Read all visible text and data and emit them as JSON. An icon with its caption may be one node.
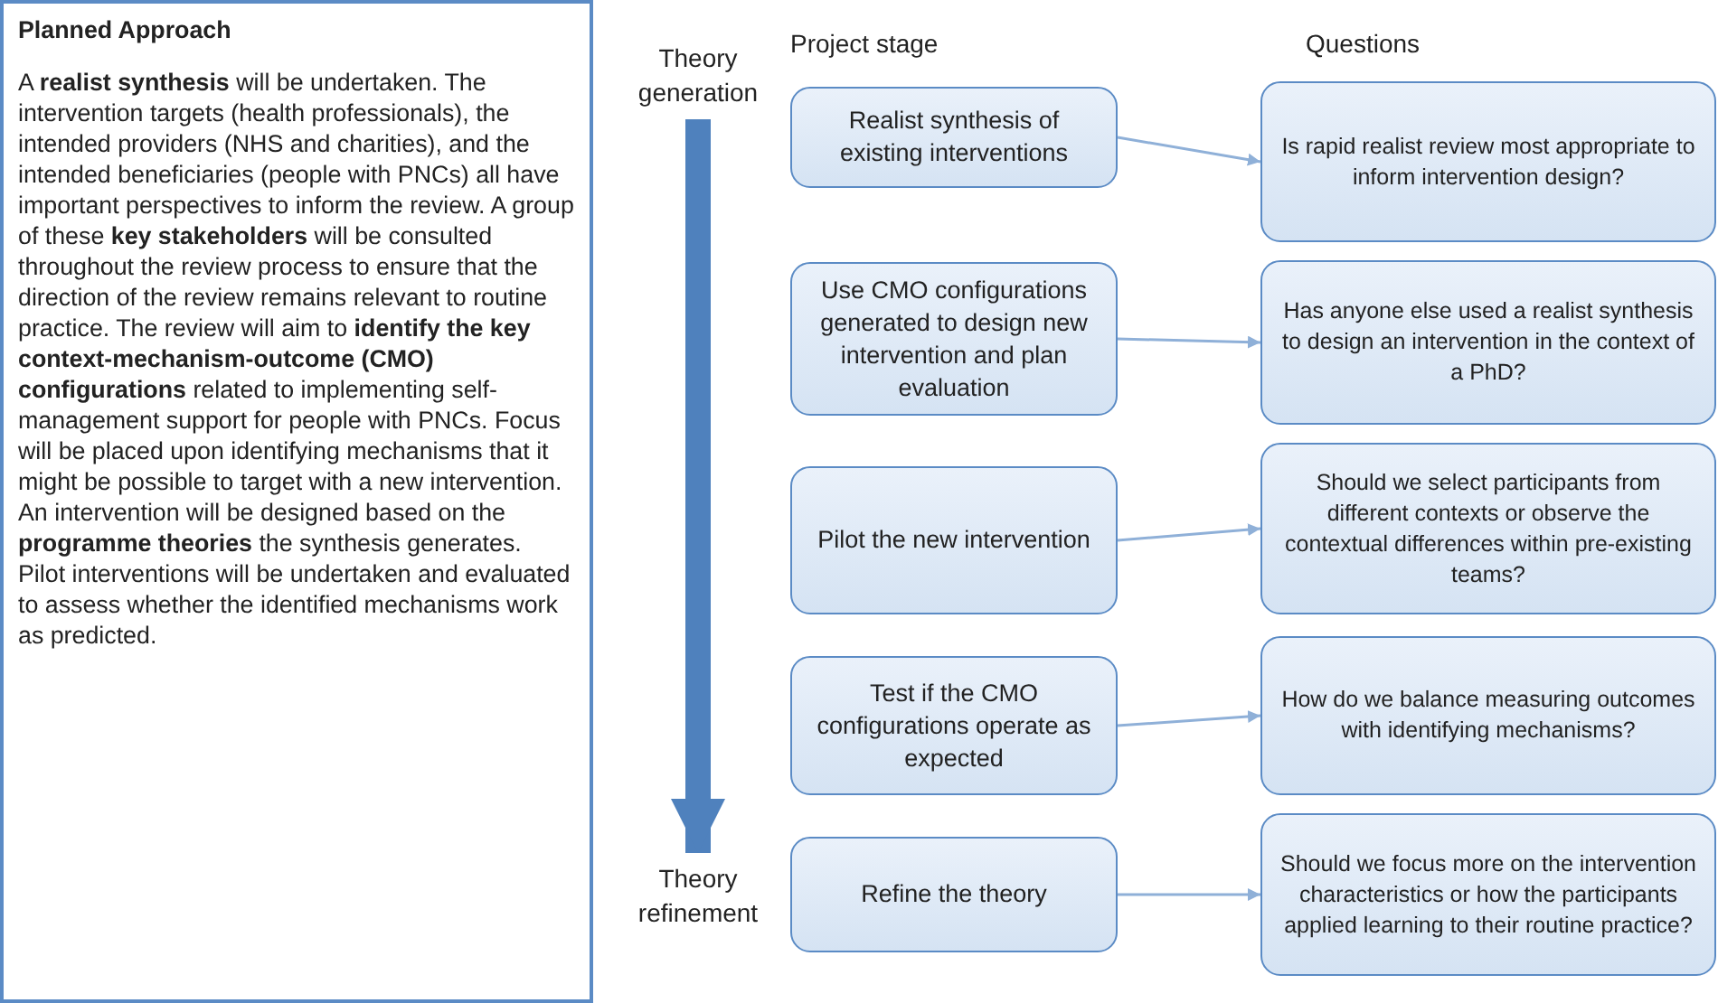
{
  "diagram": {
    "nodes": [
      {
        "text": [
          "Planned Approach",
          "A **realist synthesis** will be undertaken. The intervention targets (health professionals), the intended providers (NHS and charities), and the intended beneficiaries (people with PNCs) all have important perspectives to inform the review. A group of these **key stakeholders** will be consulted throughout the review process to ensure that the direction of the review remains relevant to routine practice. The review will aim to **identify the key context-mechanism-outcome (CMO) configurations** related to implementing self-management support for people with PNCs. Focus will be placed upon identifying mechanisms that it might be possible to target with a new intervention. An intervention will be designed based on the **programme theories** the synthesis generates. Pilot interventions will be undertaken and evaluated to assess whether the identified mechanisms work as predicted."
        ]
      },
      {
        "text": [
          "Theory generation"
        ]
      },
      {
        "text": [
          "Theory refinement"
        ]
      },
      {
        "text": [
          "Realist synthesis of existing interventions"
        ]
      },
      {
        "text": [
          "Is rapid realist review most appropriate to inform intervention design?"
        ]
      },
      {
        "text": [
          "Use CMO configurations generated to design new intervention and plan evaluation"
        ]
      },
      {
        "text": [
          "Has anyone else used a realist synthesis to design an intervention in the context of a PhD?"
        ]
      },
      {
        "text": [
          "Pilot the new intervention"
        ]
      },
      {
        "text": [
          "Should we select participants from different contexts or observe the contextual differences within pre-existing teams?"
        ]
      },
      {
        "text": [
          "Test if the CMO configurations operate as expected"
        ]
      },
      {
        "text": [
          "How do we balance measuring outcomes with identifying mechanisms?"
        ]
      },
      {
        "text": [
          "Refine the theory"
        ]
      },
      {
        "text": [
          "Should we focus more on the intervention characteristics or how the participants applied learning to their routine practice?"
        ]
      }
    ],
    "edges": [
      {
        "from": 1,
        "to": 2,
        "arrow": "to",
        "style": "thick",
        "color": "#4f81bd"
      },
      {
        "from": 3,
        "to": 4,
        "arrow": "to"
      },
      {
        "from": 5,
        "to": 6,
        "arrow": "to"
      },
      {
        "from": 7,
        "to": 8,
        "arrow": "to"
      },
      {
        "from": 9,
        "to": 10,
        "arrow": "to"
      },
      {
        "from": 11,
        "to": 12,
        "arrow": "to"
      }
    ],
    "labels": [
      "Project stage",
      "Questions"
    ]
  }
}
